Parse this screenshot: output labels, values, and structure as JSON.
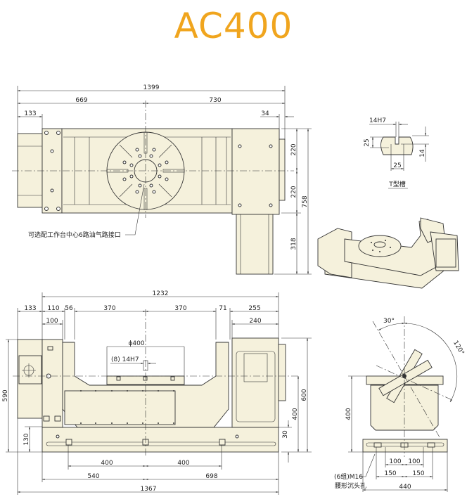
{
  "title": "AC400",
  "colors": {
    "title": "#f0a51e",
    "body_fill": "#f5f1dc",
    "line": "#333333"
  },
  "top_view": {
    "dims": {
      "overall": "1399",
      "left_to_center": "669",
      "center_to_right": "730",
      "motor": "133",
      "flange": "34",
      "upper_half": "220",
      "lower_half": "220",
      "extension": "318",
      "depth": "758"
    },
    "callout": "可选配工作台中心6路油气路接口"
  },
  "t_slot": {
    "width": "14H7",
    "depth": "25",
    "bottom_width": "25",
    "height": "14",
    "label": "T型槽"
  },
  "front_view": {
    "dims": {
      "span": "1232",
      "motor": "133",
      "col": "110",
      "gap": "56",
      "left_half": "370",
      "right_half": "370",
      "gap_r": "71",
      "right": "255",
      "col_inner": "100",
      "right_inner": "240",
      "table_dia": "ϕ400",
      "slot": "(8) 14H7",
      "height": "590",
      "base": "130",
      "right_height": "600",
      "center_height": "400",
      "foot": "30",
      "bolt_l": "400",
      "bolt_r": "400",
      "base_l": "540",
      "base_r": "698",
      "overall": "1367"
    }
  },
  "side_view": {
    "dims": {
      "angle_a": "30°",
      "angle_b": "120°",
      "height": "400",
      "inner_l": "100",
      "inner_r": "100",
      "outer_l": "150",
      "outer_r": "150",
      "width": "440"
    },
    "callout_line1": "(6组)M16",
    "callout_line2": "腰形沉头孔"
  }
}
